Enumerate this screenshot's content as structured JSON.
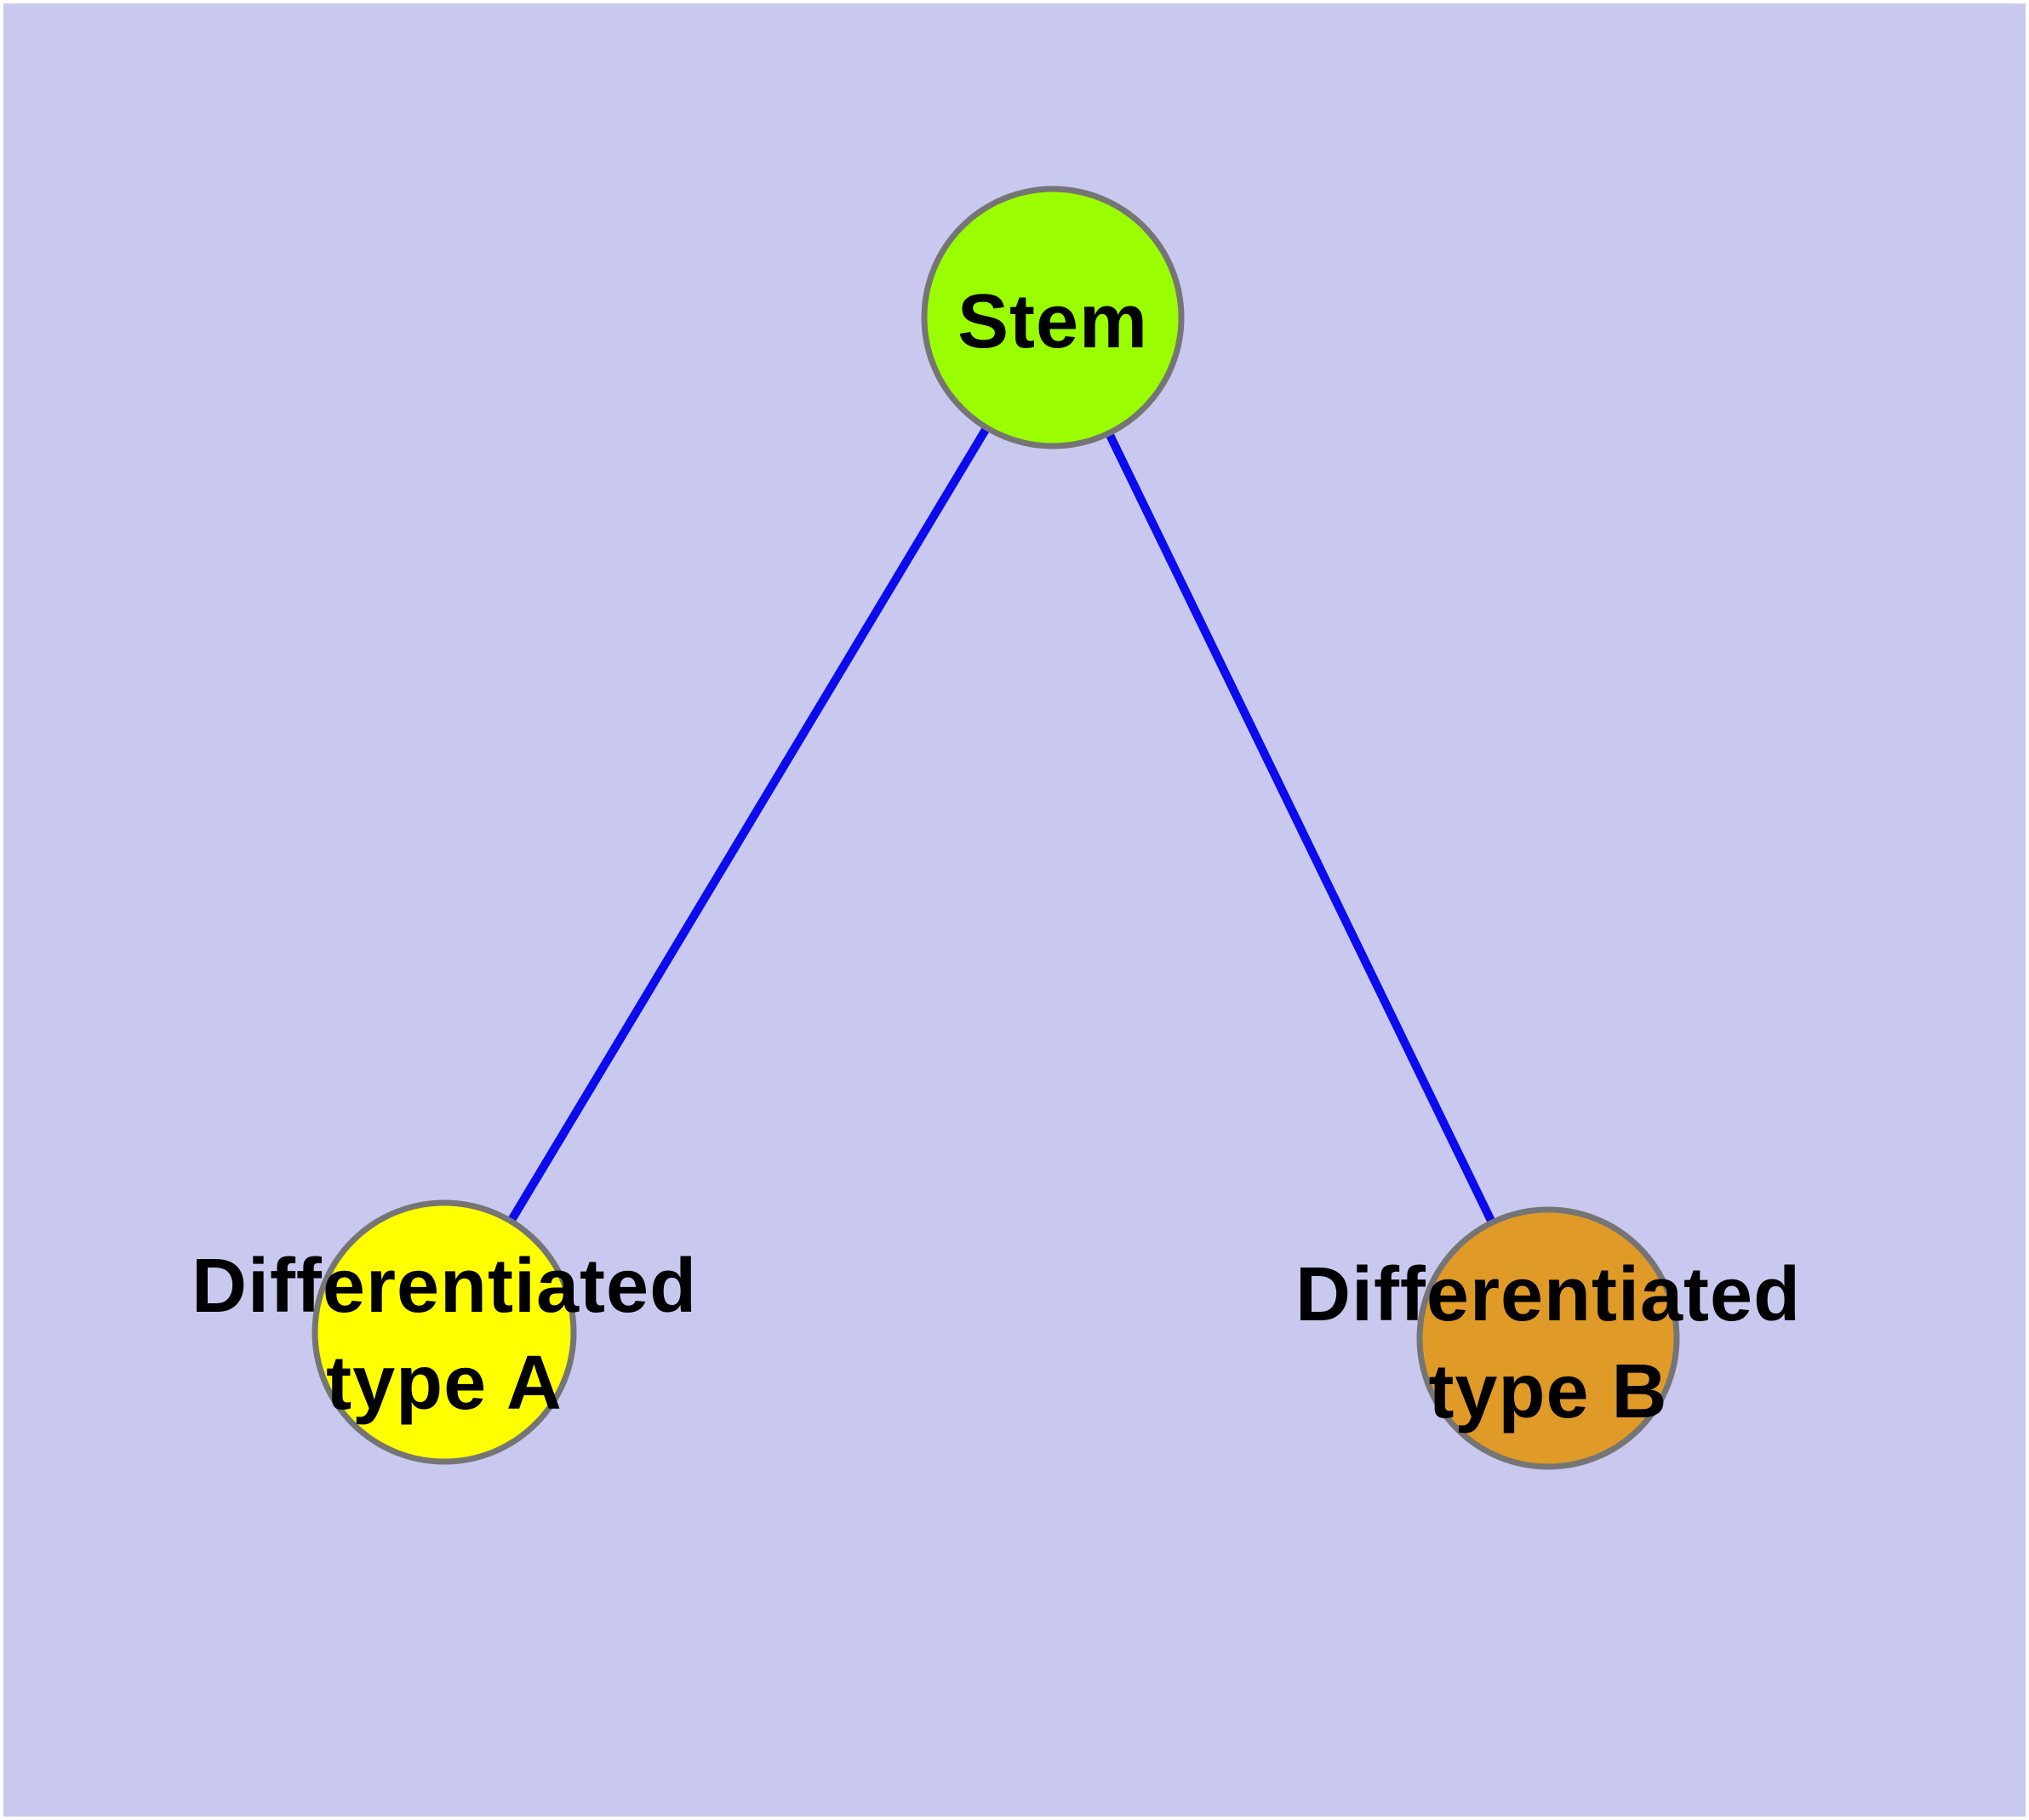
{
  "diagram": {
    "background_color": "#c9c9f0",
    "frame_color": "#ffffff",
    "edge_color": "#0b0bee",
    "node_border_color": "#757575",
    "label_color": "#000000",
    "nodes": [
      {
        "id": "stem",
        "line1": "Stem",
        "line2": "",
        "fill": "#9afe00"
      },
      {
        "id": "type-a",
        "line1": "Differentiated",
        "line2": "type A",
        "fill": "#ffff00"
      },
      {
        "id": "type-b",
        "line1": "Differentiated",
        "line2": "type B",
        "fill": "#e09a28"
      }
    ],
    "edges": [
      {
        "from": "Stem",
        "to": "Differentiated type A"
      },
      {
        "from": "Stem",
        "to": "Differentiated type B"
      }
    ]
  }
}
